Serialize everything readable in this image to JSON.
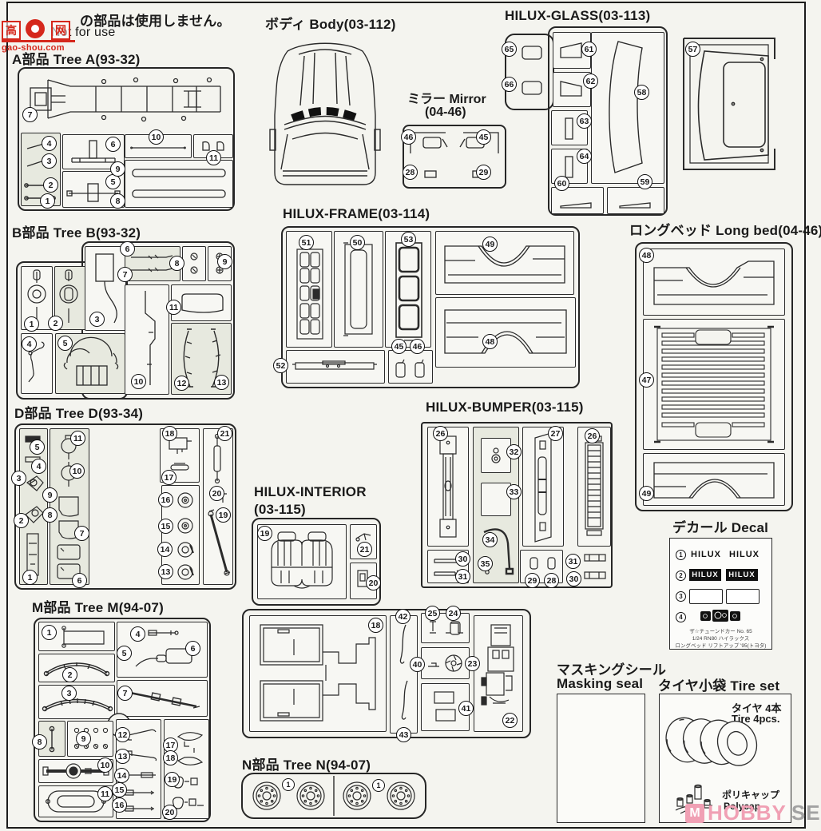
{
  "notice": {
    "jp": "の部品は使用しません。",
    "en": "Not for use"
  },
  "logo": {
    "char1": "高",
    "char2": "网",
    "site": "gao-shou.com"
  },
  "hobby": {
    "icon": "M",
    "word1": "HOBBY",
    "word2": "SEARCH"
  },
  "sections": {
    "treeA": {
      "title": "A部品 Tree A(93-32)",
      "parts": [
        "7",
        "4",
        "3",
        "2",
        "1",
        "6",
        "5",
        "10",
        "11",
        "9",
        "8"
      ]
    },
    "treeB": {
      "title": "B部品 Tree B(93-32)",
      "parts": [
        "1",
        "2",
        "3",
        "4",
        "5",
        "6",
        "7",
        "8",
        "9",
        "10",
        "11",
        "12",
        "13"
      ]
    },
    "treeD": {
      "title": "D部品 Tree D(93-34)",
      "parts": [
        "5",
        "4",
        "3",
        "2",
        "1",
        "11",
        "10",
        "9",
        "8",
        "7",
        "6",
        "18",
        "17",
        "16",
        "15",
        "14",
        "13",
        "21",
        "20",
        "19"
      ]
    },
    "treeM": {
      "title": "M部品 Tree M(94-07)",
      "parts": [
        "1",
        "2",
        "3",
        "4",
        "5",
        "6",
        "7",
        "8",
        "9",
        "10",
        "11",
        "12",
        "13",
        "14",
        "15",
        "16",
        "17",
        "18",
        "19",
        "20"
      ]
    },
    "treeN": {
      "title": "N部品 Tree N(94-07)",
      "parts": [
        "1",
        "1"
      ]
    },
    "body": {
      "title": "ボディ Body(03-112)"
    },
    "mirror": {
      "title": "ミラー Mirror",
      "code": "(04-46)",
      "parts": [
        "46",
        "45",
        "28",
        "29"
      ]
    },
    "glass": {
      "title": "HILUX-GLASS(03-113)",
      "parts": [
        "65",
        "66",
        "61",
        "62",
        "63",
        "64",
        "58",
        "60",
        "59",
        "57"
      ]
    },
    "frame": {
      "title": "HILUX-FRAME(03-114)",
      "parts": [
        "51",
        "50",
        "53",
        "49",
        "48",
        "52",
        "45",
        "46"
      ]
    },
    "longbed": {
      "title": "ロングベッド Long bed(04-46)",
      "parts": [
        "48",
        "47",
        "49"
      ]
    },
    "bumper": {
      "title": "HILUX-BUMPER(03-115)",
      "parts": [
        "26",
        "32",
        "33",
        "27",
        "26",
        "34",
        "35",
        "30",
        "31",
        "29",
        "28",
        "31",
        "30"
      ]
    },
    "interior": {
      "title": "HILUX-INTERIOR",
      "code": "(03-115)",
      "parts": [
        "19",
        "21",
        "20",
        "18",
        "42",
        "43",
        "25",
        "24",
        "40",
        "23",
        "41",
        "22"
      ]
    },
    "decal": {
      "title": "デカール Decal",
      "items": [
        "1",
        "2",
        "3",
        "4"
      ],
      "hilux": "HILUX",
      "footer1": "ザ☆チューンドカー No. 65",
      "footer2": "1/24 RN80 ハイラックス",
      "footer3": "ロングベッド リフトアップ '95(トヨタ)"
    },
    "masking": {
      "title": "マスキングシール",
      "subtitle": "Masking seal"
    },
    "tire": {
      "title": "タイヤ小袋 Tire set",
      "qty_jp": "タイヤ 4本",
      "qty_en": "Tire 4pcs.",
      "polycap_jp": "ポリキャップ",
      "polycap_en": "Polycap"
    }
  }
}
